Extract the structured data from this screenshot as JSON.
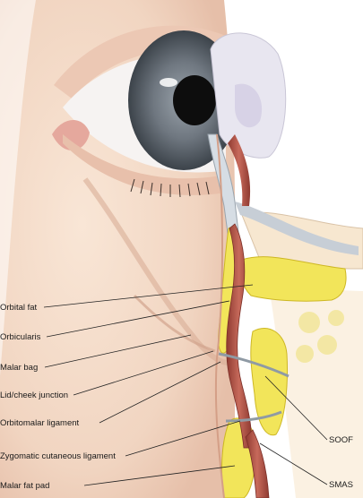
{
  "labels": {
    "orbital_fat": "Orbital fat",
    "orbicularis": "Orbicularis",
    "malar_bag": "Malar bag",
    "lid_cheek_junction": "Lid/cheek junction",
    "orbitomalar_ligament": "Orbitomalar ligament",
    "zygomatic_cutaneous_ligament": "Zygomatic cutaneous ligament",
    "malar_fat_pad": "Malar fat pad",
    "soof": "SOOF",
    "smas": "SMAS"
  },
  "colors": {
    "skin": "#f4dccb",
    "skin_shadow": "#e2bba6",
    "iris": "#5d6670",
    "pupil": "#0d0d0d",
    "fat": "#f2e55a",
    "fat_outline": "#d8c32a",
    "muscle": "#b8574a",
    "fascia": "#e9eef3",
    "bone": "#f7e7d0",
    "globe": "#ece9f2",
    "leader_line": "#222222"
  }
}
